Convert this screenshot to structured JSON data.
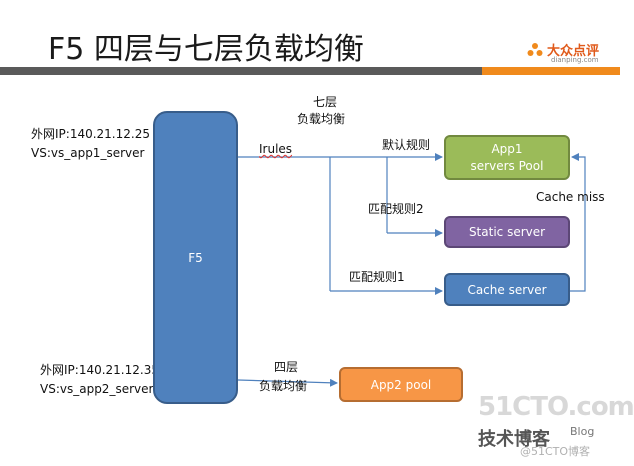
{
  "title": "F5 四层与七层负载均衡",
  "logo": {
    "cn": "大众点评",
    "en": "dianping.com",
    "accent": "#f08a1c"
  },
  "left_top_labels": {
    "ip": "外网IP:140.21.12.25",
    "vs": "VS:vs_app1_server"
  },
  "left_bottom_labels": {
    "ip": "外网IP:140.21.12.35",
    "vs": "VS:vs_app2_server"
  },
  "seven_layer_label": {
    "line1": "七层",
    "line2": "负载均衡"
  },
  "four_layer_label": {
    "line1": "四层",
    "line2": "负载均衡"
  },
  "irules_label": "Irules",
  "rules": {
    "default": "默认规则",
    "match2": "匹配规则2",
    "match1": "匹配规则1"
  },
  "cache_miss": "Cache miss",
  "nodes": {
    "f5": "F5",
    "app1_line1": "App1",
    "app1_line2": "servers  Pool",
    "static": "Static server",
    "cache": "Cache server",
    "app2": "App2 pool"
  },
  "watermark": {
    "big": "51CTO.com",
    "cn": "技术博客",
    "blog": "Blog",
    "small": "@51CTO博客"
  },
  "colors": {
    "f5": "#4f81bd",
    "app1": "#9bbb59",
    "static": "#8064a2",
    "cache": "#4f81bd",
    "app2": "#f79646",
    "connector": "#4f81bd"
  }
}
